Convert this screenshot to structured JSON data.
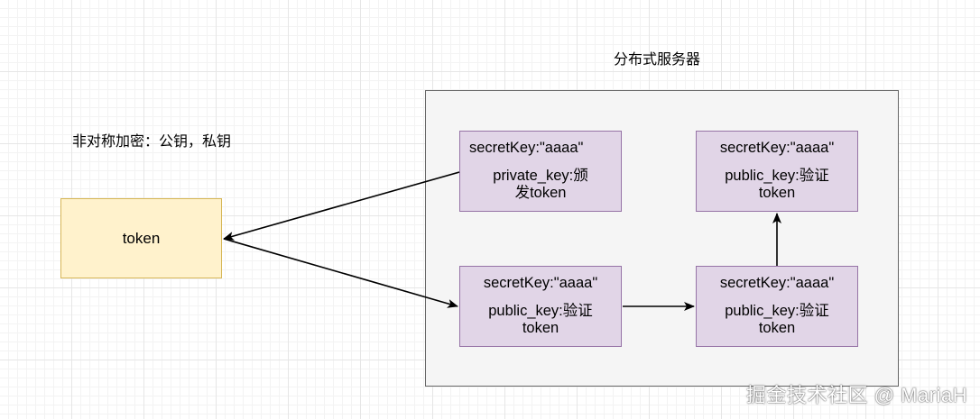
{
  "titles": {
    "distributed_server": "分布式服务器",
    "asymmetric_encryption": "非对称加密：公钥，私钥"
  },
  "token_box": {
    "label": "token"
  },
  "nodes": {
    "issuer": {
      "secret": "secretKey:\"aaaa\"",
      "role": "private_key:颁发token"
    },
    "verifier_top_right": {
      "secret": "secretKey:\"aaaa\"",
      "role": "public_key:验证token"
    },
    "verifier_bottom_left": {
      "secret": "secretKey:\"aaaa\"",
      "role": "public_key:验证token"
    },
    "verifier_bottom_right": {
      "secret": "secretKey:\"aaaa\"",
      "role": "public_key:验证token"
    }
  },
  "watermark": "掘金技术社区 @ MariaH",
  "colors": {
    "server_fill": "#f5f5f5",
    "server_stroke": "#666666",
    "token_fill": "#fff2cc",
    "token_stroke": "#d6b656",
    "node_fill": "#e1d5e7",
    "node_stroke": "#9673a6"
  }
}
